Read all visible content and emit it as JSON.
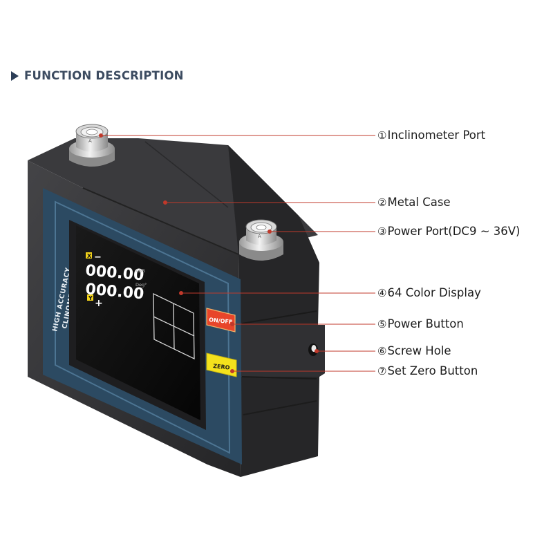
{
  "header": {
    "title": "FUNCTION DESCRIPTION"
  },
  "device": {
    "side_text_line1": "HIGH ACCURACY",
    "side_text_line2": "CLINOMETER",
    "screen": {
      "x_badge": "X",
      "x_sign": "−",
      "x_value": "000.00",
      "y_value": "000.00",
      "y_badge": "Y",
      "y_sign": "+",
      "mode": "ABS",
      "unit": "Deg°"
    },
    "power_button_label": "ON/OFF",
    "zero_button_label": "ZERO",
    "port_letter": "A"
  },
  "callouts": [
    {
      "num": "①",
      "text": "Inclinometer Port"
    },
    {
      "num": "②",
      "text": "Metal Case"
    },
    {
      "num": "③",
      "text": "Power Port(DC9 ~ 36V)"
    },
    {
      "num": "④",
      "text": "64 Color Display"
    },
    {
      "num": "⑤",
      "text": "Power Button"
    },
    {
      "num": "⑥",
      "text": "Screw Hole"
    },
    {
      "num": "⑦",
      "text": "Set Zero Button"
    }
  ],
  "colors": {
    "case": "#2f2f31",
    "case_light": "#3d3d40",
    "panel": "#2c4a62",
    "screen": "#0b0b0b",
    "leader": "#c0392b",
    "power_button": "#e8452a",
    "zero_button": "#f4e21c"
  }
}
